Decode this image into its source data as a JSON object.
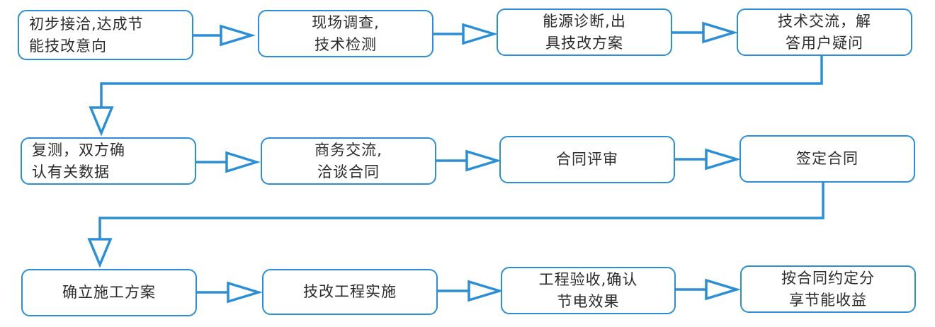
{
  "diagram": {
    "colors": {
      "line": "#2a8fd6",
      "box_border": "#2a8fd6",
      "text": "#2b2b2b"
    },
    "steps": [
      {
        "line1": "初步接洽,达成节",
        "line2": "能技改意向"
      },
      {
        "line1": "现场调查,",
        "line2": "技术检测"
      },
      {
        "line1": "能源诊断,出",
        "line2": "具技改方案"
      },
      {
        "line1": "技术交流，解",
        "line2": "答用户疑问"
      },
      {
        "line1": "复测，双方确",
        "line2": "认有关数据"
      },
      {
        "line1": "商务交流,",
        "line2": "洽谈合同"
      },
      {
        "line1": "合同评审",
        "line2": ""
      },
      {
        "line1": "签定合同",
        "line2": ""
      },
      {
        "line1": "确立施工方案",
        "line2": ""
      },
      {
        "line1": "技改工程实施",
        "line2": ""
      },
      {
        "line1": "工程验收,确认",
        "line2": "节电效果"
      },
      {
        "line1": "按合同约定分",
        "line2": "享节能收益"
      }
    ]
  }
}
